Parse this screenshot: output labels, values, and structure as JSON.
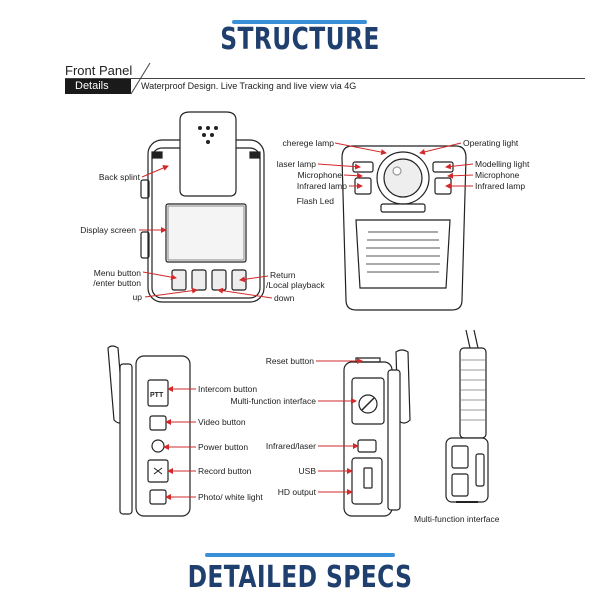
{
  "headings": {
    "top": "STRUCTURE",
    "bottom": "DETAILED SPECS"
  },
  "front_panel": {
    "title": "Front Panel",
    "tag": "Details",
    "description": "Waterproof Design. Live Tracking and live view via 4G"
  },
  "labels": {
    "back_splint": "Back splint",
    "display_screen": "Display screen",
    "menu_button": "Menu button",
    "enter_button": "/enter button",
    "up": "up",
    "return": "Return",
    "local_playback": "/Local playback",
    "down": "down",
    "charge_lamp": "cherege lamp",
    "laser_lamp": "laser lamp",
    "microphone_left": "Microphone",
    "infrared_lamp_left": "Infrared lamp",
    "flash_led": "Flash Led",
    "operating_light": "Operating light",
    "modelling_light": "Modelling light",
    "microphone_right": "Microphone",
    "infrared_lamp_right": "Infrared lamp",
    "intercom_button": "Intercom button",
    "video_button": "Video button",
    "power_button": "Power button",
    "record_button": "Record button",
    "photo_white_light": "Photo/ white light",
    "reset_button": "Reset button",
    "multi_function_interface": "Multi-function interface",
    "infrared_laser": "Infrared/laser",
    "usb": "USB",
    "hd_output": "HD output",
    "multi_function_interface_caption": "Multi-function interface"
  },
  "device_text": {
    "ptt": "PTT"
  },
  "colors": {
    "heading": "#1f3f6e",
    "accent": "#3a8fd9",
    "callout": "#d22a2a"
  }
}
